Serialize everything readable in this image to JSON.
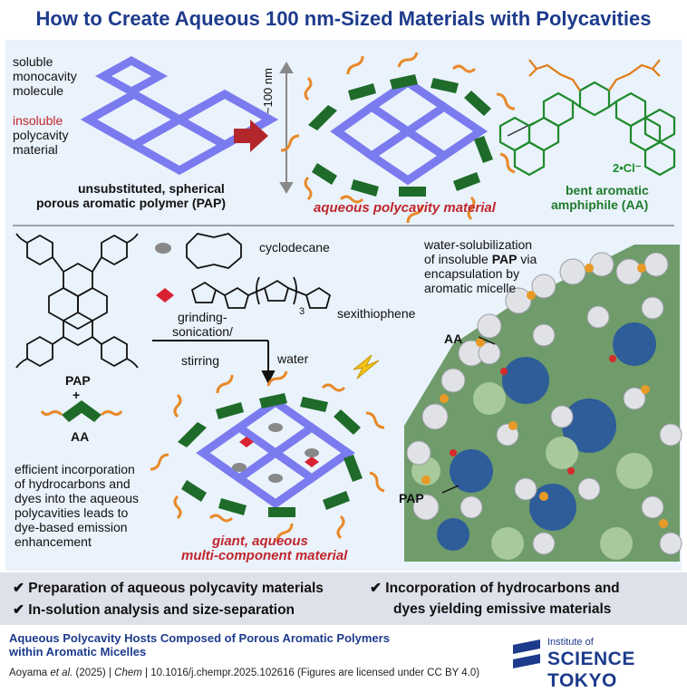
{
  "title": "How to Create Aqueous 100 nm-Sized Materials with Polycavities",
  "top": {
    "soluble_line1": "soluble",
    "soluble_line2": "monocavity",
    "soluble_line3": "molecule",
    "insoluble_word": "insoluble",
    "insoluble_line2": "polycavity",
    "insoluble_line3": "material",
    "pap_caption_line1": "unsubstituted, spherical",
    "pap_caption_line2": "porous aromatic polymer (PAP)",
    "size_label": "~100 nm",
    "aqueous_caption": "aqueous polycavity material",
    "aa_line1": "bent aromatic",
    "aa_line2": "amphiphile (AA)",
    "counterion": "2•Cl⁻"
  },
  "bottom": {
    "cyclodecane": "cyclodecane",
    "sexithiophene": "sexithiophene",
    "subscript_3": "3",
    "pap_label": "PAP",
    "plus": "+",
    "aa_label": "AA",
    "process_line1": "grinding-",
    "process_line2": "sonication/",
    "process_line3": "stirring",
    "water": "water",
    "efficient_lines": [
      "efficient incorporation",
      "of hydrocarbons and",
      "dyes into the aqueous",
      "polycavities leads to",
      "dye-based emission",
      "enhancement"
    ],
    "giant_line1": "giant, aqueous",
    "giant_line2": "multi-component material",
    "solub_lines": [
      "water-solubilization",
      "of insoluble",
      "encapsulation by",
      "aromatic micelle"
    ],
    "solub_pap": "PAP",
    "solub_via": " via",
    "model_aa": "AA",
    "model_pap": "PAP"
  },
  "bullets": [
    "✔ Preparation of aqueous polycavity materials",
    "✔ In-solution analysis and size-separation",
    "✔ Incorporation of hydrocarbons and",
    "dyes yielding emissive materials"
  ],
  "footer": {
    "title_line1": "Aqueous Polycavity Hosts Composed of Porous Aromatic Polymers",
    "title_line2": "within Aromatic Micelles",
    "cite_author": "Aoyama",
    "cite_etal": " et al.",
    "cite_year": " (2025) | ",
    "cite_journal": "Chem",
    "cite_rest": " | 10.1016/j.chempr.2025.102616 (Figures are licensed under CC BY 4.0)",
    "logo_top": "Institute of",
    "logo_main": "SCIENCE TOKYO"
  },
  "colors": {
    "title_blue": "#1d3b8c",
    "lattice_blue": "#7b7bf0",
    "amphiphile_green": "#1e6b2a",
    "tail_orange": "#e8892a",
    "arrow_red": "#b3262c",
    "panel_bg": "#eaf2fb",
    "bullet_bg": "#dfe1ea"
  }
}
